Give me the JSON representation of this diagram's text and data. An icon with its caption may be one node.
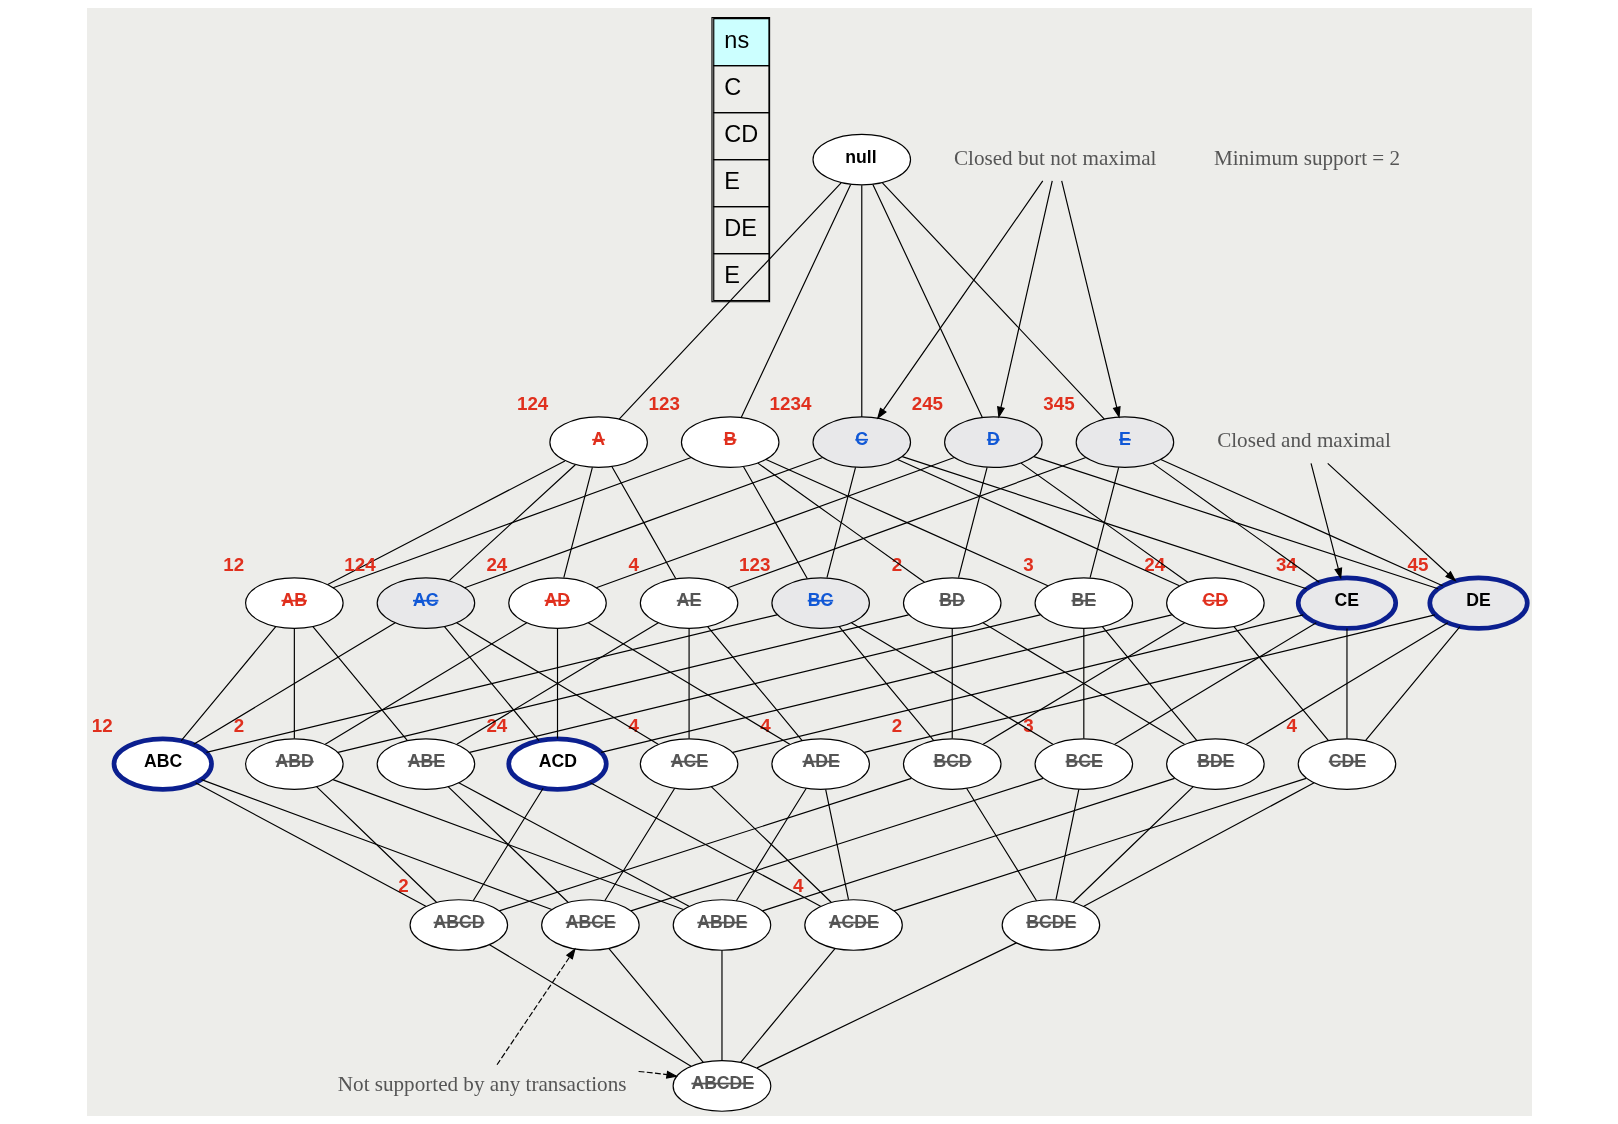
{
  "diagram": {
    "nodes": [
      {
        "text": [
          "null"
        ]
      },
      {
        "text": [
          "A"
        ],
        "beside": [
          "124"
        ]
      },
      {
        "text": [
          "B"
        ],
        "beside": [
          "123"
        ]
      },
      {
        "text": [
          "C"
        ],
        "beside": [
          "1234"
        ]
      },
      {
        "text": [
          "D"
        ],
        "beside": [
          "245"
        ]
      },
      {
        "text": [
          "E"
        ],
        "beside": [
          "345"
        ]
      },
      {
        "text": [
          "AB"
        ],
        "beside": [
          "12"
        ]
      },
      {
        "text": [
          "AC"
        ],
        "beside": [
          "124"
        ]
      },
      {
        "text": [
          "AD"
        ],
        "beside": [
          "24"
        ]
      },
      {
        "text": [
          "AE"
        ],
        "beside": [
          "4"
        ]
      },
      {
        "text": [
          "BC"
        ],
        "beside": [
          "123"
        ]
      },
      {
        "text": [
          "BD"
        ],
        "beside": [
          "2"
        ]
      },
      {
        "text": [
          "BE"
        ],
        "beside": [
          "3"
        ]
      },
      {
        "text": [
          "CD"
        ],
        "beside": [
          "24"
        ]
      },
      {
        "text": [
          "CE"
        ],
        "beside": [
          "34"
        ]
      },
      {
        "text": [
          "DE"
        ],
        "beside": [
          "45"
        ]
      },
      {
        "text": [
          "ABC"
        ],
        "beside": [
          "12"
        ]
      },
      {
        "text": [
          "ABD"
        ],
        "beside": [
          "2"
        ]
      },
      {
        "text": [
          "ABE"
        ]
      },
      {
        "text": [
          "ACD"
        ],
        "beside": [
          "24"
        ]
      },
      {
        "text": [
          "ACE"
        ],
        "beside": [
          "4"
        ]
      },
      {
        "text": [
          "ADE"
        ],
        "beside": [
          "4"
        ]
      },
      {
        "text": [
          "BCD"
        ],
        "beside": [
          "2"
        ]
      },
      {
        "text": [
          "BCE"
        ],
        "beside": [
          "3"
        ]
      },
      {
        "text": [
          "BDE"
        ]
      },
      {
        "text": [
          "CDE"
        ],
        "beside": [
          "4"
        ]
      },
      {
        "text": [
          "ABCD"
        ],
        "beside": [
          "2"
        ]
      },
      {
        "text": [
          "ABCE"
        ]
      },
      {
        "text": [
          "ABDE"
        ]
      },
      {
        "text": [
          "ACDE"
        ],
        "beside": [
          "4"
        ]
      },
      {
        "text": [
          "BCDE"
        ]
      },
      {
        "text": [
          "ABCDE"
        ]
      },
      {
        "text": [
          "Closed but not maximal"
        ]
      },
      {
        "text": [
          "Closed and maximal"
        ]
      },
      {
        "text": [
          "Not supported by any transactions"
        ]
      }
    ],
    "edges": [
      {
        "from": 0,
        "to": 1,
        "arrow": "none"
      },
      {
        "from": 0,
        "to": 2,
        "arrow": "none"
      },
      {
        "from": 0,
        "to": 3,
        "arrow": "none"
      },
      {
        "from": 0,
        "to": 4,
        "arrow": "none"
      },
      {
        "from": 0,
        "to": 5,
        "arrow": "none"
      },
      {
        "from": 1,
        "to": 6,
        "arrow": "none"
      },
      {
        "from": 1,
        "to": 7,
        "arrow": "none"
      },
      {
        "from": 1,
        "to": 8,
        "arrow": "none"
      },
      {
        "from": 1,
        "to": 9,
        "arrow": "none"
      },
      {
        "from": 2,
        "to": 6,
        "arrow": "none"
      },
      {
        "from": 2,
        "to": 10,
        "arrow": "none"
      },
      {
        "from": 2,
        "to": 11,
        "arrow": "none"
      },
      {
        "from": 2,
        "to": 12,
        "arrow": "none"
      },
      {
        "from": 3,
        "to": 7,
        "arrow": "none"
      },
      {
        "from": 3,
        "to": 10,
        "arrow": "none"
      },
      {
        "from": 3,
        "to": 13,
        "arrow": "none"
      },
      {
        "from": 3,
        "to": 14,
        "arrow": "none"
      },
      {
        "from": 4,
        "to": 8,
        "arrow": "none"
      },
      {
        "from": 4,
        "to": 11,
        "arrow": "none"
      },
      {
        "from": 4,
        "to": 13,
        "arrow": "none"
      },
      {
        "from": 4,
        "to": 15,
        "arrow": "none"
      },
      {
        "from": 5,
        "to": 9,
        "arrow": "none"
      },
      {
        "from": 5,
        "to": 12,
        "arrow": "none"
      },
      {
        "from": 5,
        "to": 14,
        "arrow": "none"
      },
      {
        "from": 5,
        "to": 15,
        "arrow": "none"
      },
      {
        "from": 6,
        "to": 16,
        "arrow": "none"
      },
      {
        "from": 6,
        "to": 17,
        "arrow": "none"
      },
      {
        "from": 6,
        "to": 18,
        "arrow": "none"
      },
      {
        "from": 7,
        "to": 16,
        "arrow": "none"
      },
      {
        "from": 7,
        "to": 19,
        "arrow": "none"
      },
      {
        "from": 7,
        "to": 20,
        "arrow": "none"
      },
      {
        "from": 8,
        "to": 17,
        "arrow": "none"
      },
      {
        "from": 8,
        "to": 19,
        "arrow": "none"
      },
      {
        "from": 8,
        "to": 21,
        "arrow": "none"
      },
      {
        "from": 9,
        "to": 18,
        "arrow": "none"
      },
      {
        "from": 9,
        "to": 20,
        "arrow": "none"
      },
      {
        "from": 9,
        "to": 21,
        "arrow": "none"
      },
      {
        "from": 10,
        "to": 16,
        "arrow": "none"
      },
      {
        "from": 10,
        "to": 22,
        "arrow": "none"
      },
      {
        "from": 10,
        "to": 23,
        "arrow": "none"
      },
      {
        "from": 11,
        "to": 17,
        "arrow": "none"
      },
      {
        "from": 11,
        "to": 22,
        "arrow": "none"
      },
      {
        "from": 11,
        "to": 24,
        "arrow": "none"
      },
      {
        "from": 12,
        "to": 18,
        "arrow": "none"
      },
      {
        "from": 12,
        "to": 23,
        "arrow": "none"
      },
      {
        "from": 12,
        "to": 24,
        "arrow": "none"
      },
      {
        "from": 13,
        "to": 19,
        "arrow": "none"
      },
      {
        "from": 13,
        "to": 22,
        "arrow": "none"
      },
      {
        "from": 13,
        "to": 25,
        "arrow": "none"
      },
      {
        "from": 14,
        "to": 20,
        "arrow": "none"
      },
      {
        "from": 14,
        "to": 23,
        "arrow": "none"
      },
      {
        "from": 14,
        "to": 25,
        "arrow": "none"
      },
      {
        "from": 15,
        "to": 21,
        "arrow": "none"
      },
      {
        "from": 15,
        "to": 24,
        "arrow": "none"
      },
      {
        "from": 15,
        "to": 25,
        "arrow": "none"
      },
      {
        "from": 16,
        "to": 26,
        "arrow": "none"
      },
      {
        "from": 16,
        "to": 27,
        "arrow": "none"
      },
      {
        "from": 17,
        "to": 26,
        "arrow": "none"
      },
      {
        "from": 17,
        "to": 28,
        "arrow": "none"
      },
      {
        "from": 18,
        "to": 27,
        "arrow": "none"
      },
      {
        "from": 18,
        "to": 28,
        "arrow": "none"
      },
      {
        "from": 19,
        "to": 26,
        "arrow": "none"
      },
      {
        "from": 19,
        "to": 29,
        "arrow": "none"
      },
      {
        "from": 20,
        "to": 27,
        "arrow": "none"
      },
      {
        "from": 20,
        "to": 29,
        "arrow": "none"
      },
      {
        "from": 21,
        "to": 28,
        "arrow": "none"
      },
      {
        "from": 21,
        "to": 29,
        "arrow": "none"
      },
      {
        "from": 22,
        "to": 26,
        "arrow": "none"
      },
      {
        "from": 22,
        "to": 30,
        "arrow": "none"
      },
      {
        "from": 23,
        "to": 27,
        "arrow": "none"
      },
      {
        "from": 23,
        "to": 30,
        "arrow": "none"
      },
      {
        "from": 24,
        "to": 28,
        "arrow": "none"
      },
      {
        "from": 24,
        "to": 30,
        "arrow": "none"
      },
      {
        "from": 25,
        "to": 29,
        "arrow": "none"
      },
      {
        "from": 25,
        "to": 30,
        "arrow": "none"
      },
      {
        "from": 26,
        "to": 31,
        "arrow": "none"
      },
      {
        "from": 27,
        "to": 31,
        "arrow": "none"
      },
      {
        "from": 28,
        "to": 31,
        "arrow": "none"
      },
      {
        "from": 29,
        "to": 31,
        "arrow": "none"
      },
      {
        "from": 30,
        "to": 31,
        "arrow": "none"
      },
      {
        "from": 32,
        "to": 3,
        "arrow": "to"
      },
      {
        "from": 32,
        "to": 4,
        "arrow": "to"
      },
      {
        "from": 32,
        "to": 5,
        "arrow": "to"
      },
      {
        "from": 33,
        "to": 14,
        "arrow": "to"
      },
      {
        "from": 33,
        "to": 15,
        "arrow": "to"
      },
      {
        "from": 34,
        "to": 27,
        "arrow": "to",
        "style": "dashed"
      },
      {
        "from": 34,
        "to": 31,
        "arrow": "to",
        "style": "dashed"
      }
    ],
    "labels": [
      "Minimum support = 2",
      "ns",
      "C",
      "CD",
      "E",
      "DE",
      "E"
    ]
  }
}
